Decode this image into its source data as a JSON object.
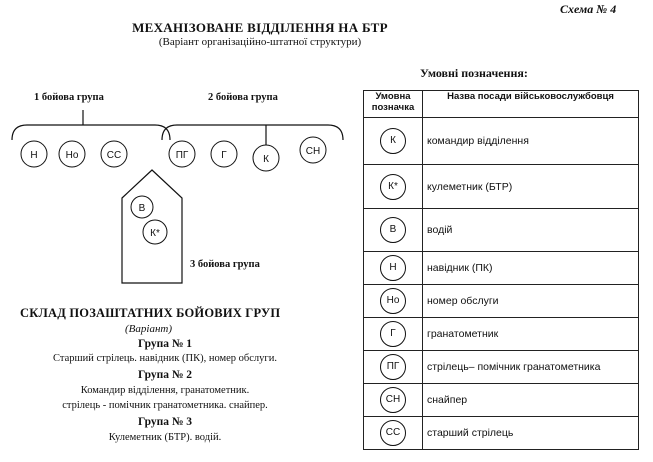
{
  "header": {
    "scheme": "Схема № 4",
    "title": "МЕХАНІЗОВАНЕ ВІДДІЛЕННЯ НА БТР",
    "subtitle": "(Варіант  організаційно-штатної структури)"
  },
  "diagram": {
    "group1_label": "1 бойова група",
    "group2_label": "2 бойова група",
    "group3_label": "3 бойова група",
    "group1": [
      "Н",
      "Но",
      "СС"
    ],
    "group2": [
      "ПГ",
      "Г",
      "К",
      "СН"
    ],
    "vehicle": [
      "В",
      "К*"
    ]
  },
  "composition": {
    "title": "СКЛАД ПОЗАШТАТНИХ БОЙОВИХ ГРУП",
    "variant": "(Варіант)",
    "group1_title": "Група № 1",
    "group1_desc": "Старший стрілець. навідник (ПК), номер обслуги.",
    "group2_title": "Група № 2",
    "group2_desc1": "Командир відділення, гранатометник.",
    "group2_desc2": "стрілець - помічник гранатометника. снайпер.",
    "group3_title": "Група № 3",
    "group3_desc": "Кулеметник (БТР). водій."
  },
  "legend": {
    "title": "Умовні позначення:",
    "col1": "Умовна позначка",
    "col2": "Назва посади військовослужбовця",
    "rows": [
      {
        "symbol": "К",
        "name": "командир відділення"
      },
      {
        "symbol": "К*",
        "name": "кулеметник  (БТР)"
      },
      {
        "symbol": "В",
        "name": "водій"
      },
      {
        "symbol": "Н",
        "name": "навідник (ПК)"
      },
      {
        "symbol": "Но",
        "name": "номер обслуги"
      },
      {
        "symbol": "Г",
        "name": "гранатометник"
      },
      {
        "symbol": "ПГ",
        "name": "стрілець– помічник гранатометника"
      },
      {
        "symbol": "СН",
        "name": "снайпер"
      },
      {
        "symbol": "СС",
        "name": "старший стрілець"
      }
    ]
  }
}
